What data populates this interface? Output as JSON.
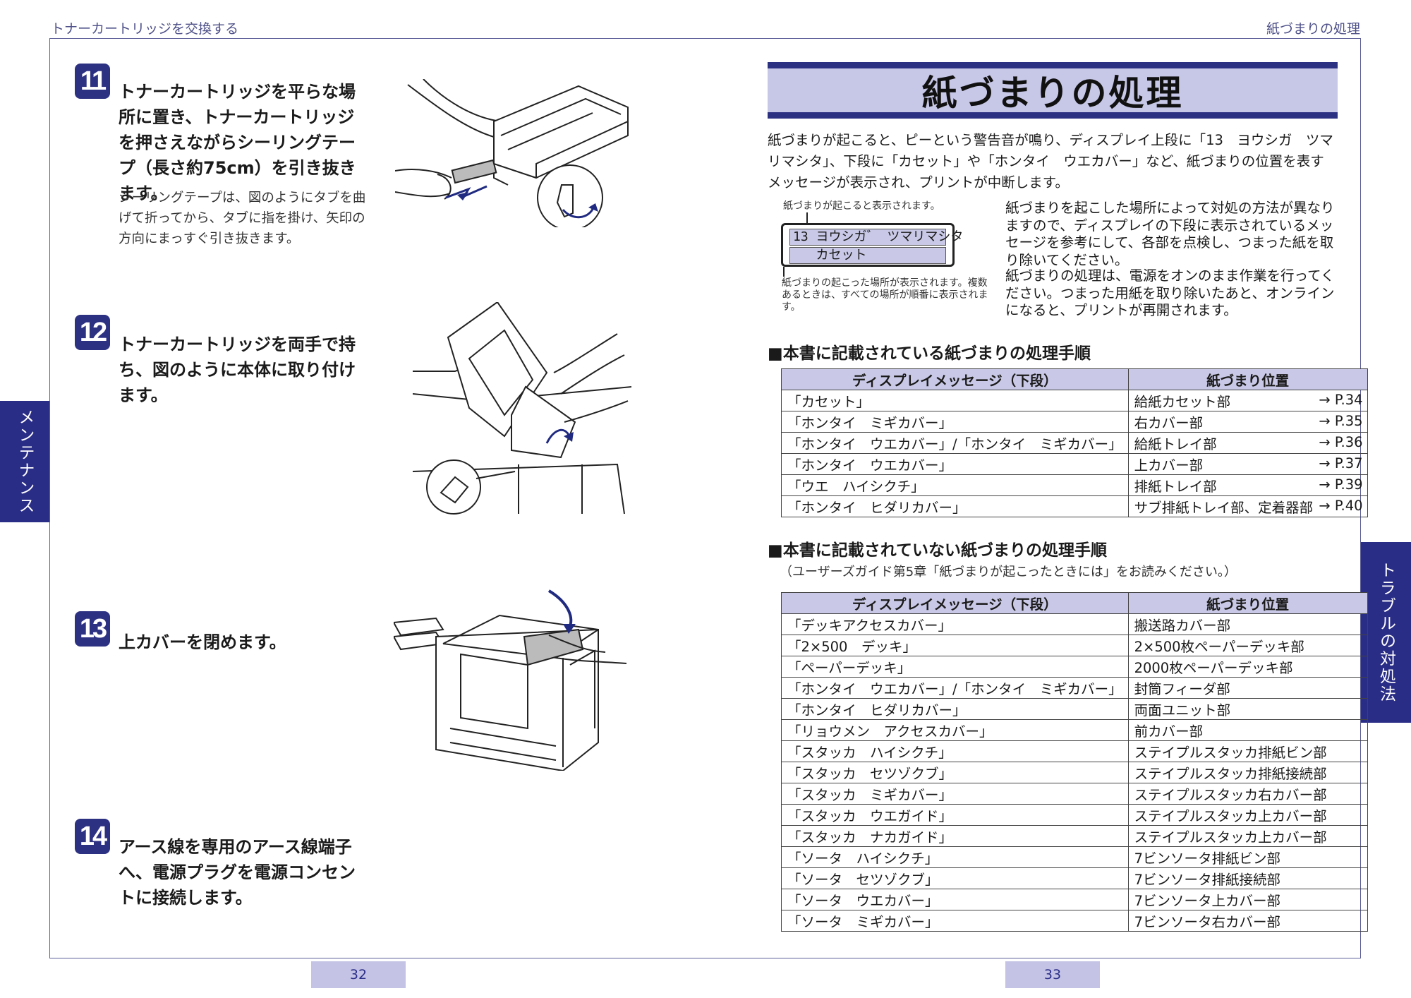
{
  "header": {
    "left_running": "トナーカートリッジを交換する",
    "right_running": "紙づまりの処理"
  },
  "side_tabs": {
    "left": "メンテナンス",
    "right": "トラブルの対処法"
  },
  "pages": {
    "left": "32",
    "right": "33"
  },
  "steps": [
    {
      "num": "11",
      "text": "トナーカートリッジを平らな場所に置き、トナーカートリッジを押さえながらシーリングテープ（長さ約75cm）を引き抜きます。",
      "note": "シーリングテープは、図のようにタブを曲げて折ってから、タブに指を掛け、矢印の方向にまっすぐ引き抜きます。"
    },
    {
      "num": "12",
      "text": "トナーカートリッジを両手で持ち、図のように本体に取り付けます。"
    },
    {
      "num": "13",
      "text": "上カバーを閉めます。"
    },
    {
      "num": "14",
      "text": "アース線を専用のアース線端子へ、電源プラグを電源コンセントに接続します。"
    }
  ],
  "right": {
    "title": "紙づまりの処理",
    "intro": "紙づまりが起こると、ピーという警告音が鳴り、ディスプレイ上段に「13　ヨウシガ　ツマリマシタ」、下段に「カセット」や「ホンタイ　ウエカバー」など、紙づまりの位置を表すメッセージが表示され、プリントが中断します。",
    "lcd_caption_top": "紙づまりが起こると表示されます。",
    "lcd_line1": "13 ヨウシガ゛ ツマリマシタ",
    "lcd_line2": "   カセット",
    "lcd_caption_bottom": "紙づまりの起こった場所が表示されます。複数あるときは、すべての場所が順番に表示されます。",
    "para1": "紙づまりを起こした場所によって対処の方法が異なりますので、ディスプレイの下段に表示されているメッセージを参考にして、各部を点検し、つまった紙を取り除いてください。",
    "para2": "紙づまりの処理は、電源をオンのまま作業を行ってください。つまった用紙を取り除いたあと、オンラインになると、プリントが再開されます。",
    "section1_heading": "■本書に記載されている紙づまりの処理手順",
    "section2_heading": "■本書に記載されていない紙づまりの処理手順",
    "section2_note": "（ユーザーズガイド第5章「紙づまりが起こったときには」をお読みください。）",
    "table_headers": [
      "ディスプレイメッセージ（下段）",
      "紙づまり位置"
    ],
    "table1": [
      {
        "msg": "「カセット」",
        "loc": "給紙カセット部",
        "ref": "→ P.34"
      },
      {
        "msg": "「ホンタイ　ミギカバー」",
        "loc": "右カバー部",
        "ref": "→ P.35"
      },
      {
        "msg": "「ホンタイ　ウエカバー」/「ホンタイ　ミギカバー」",
        "loc": "給紙トレイ部",
        "ref": "→ P.36"
      },
      {
        "msg": "「ホンタイ　ウエカバー」",
        "loc": "上カバー部",
        "ref": "→ P.37"
      },
      {
        "msg": "「ウエ　ハイシクチ」",
        "loc": "排紙トレイ部",
        "ref": "→ P.39"
      },
      {
        "msg": "「ホンタイ　ヒダリカバー」",
        "loc": "サブ排紙トレイ部、定着器部",
        "ref": "→ P.40"
      }
    ],
    "table2": [
      {
        "msg": "「デッキアクセスカバー」",
        "loc": "搬送路カバー部"
      },
      {
        "msg": "「2×500　デッキ」",
        "loc": "2×500枚ペーパーデッキ部"
      },
      {
        "msg": "「ペーパーデッキ」",
        "loc": "2000枚ペーパーデッキ部"
      },
      {
        "msg": "「ホンタイ　ウエカバー」/「ホンタイ　ミギカバー」",
        "loc": "封筒フィーダ部"
      },
      {
        "msg": "「ホンタイ　ヒダリカバー」",
        "loc": "両面ユニット部"
      },
      {
        "msg": "「リョウメン　アクセスカバー」",
        "loc": "前カバー部"
      },
      {
        "msg": "「スタッカ　ハイシクチ」",
        "loc": "ステイプルスタッカ排紙ビン部"
      },
      {
        "msg": "「スタッカ　セツゾクブ」",
        "loc": "ステイプルスタッカ排紙接続部"
      },
      {
        "msg": "「スタッカ　ミギカバー」",
        "loc": "ステイプルスタッカ右カバー部"
      },
      {
        "msg": "「スタッカ　ウエガイド」",
        "loc": "ステイプルスタッカ上カバー部"
      },
      {
        "msg": "「スタッカ　ナカガイド」",
        "loc": "ステイプルスタッカ上カバー部"
      },
      {
        "msg": "「ソータ　ハイシクチ」",
        "loc": "7ビンソータ排紙ビン部"
      },
      {
        "msg": "「ソータ　セツゾクブ」",
        "loc": "7ビンソータ排紙接続部"
      },
      {
        "msg": "「ソータ　ウエカバー」",
        "loc": "7ビンソータ上カバー部"
      },
      {
        "msg": "「ソータ　ミギカバー」",
        "loc": "7ビンソータ右カバー部"
      }
    ]
  },
  "colors": {
    "accent": "#2d3182",
    "title_fill": "#c7c7e8",
    "table_header": "#c9c9e7",
    "running_text": "#4e5088"
  }
}
